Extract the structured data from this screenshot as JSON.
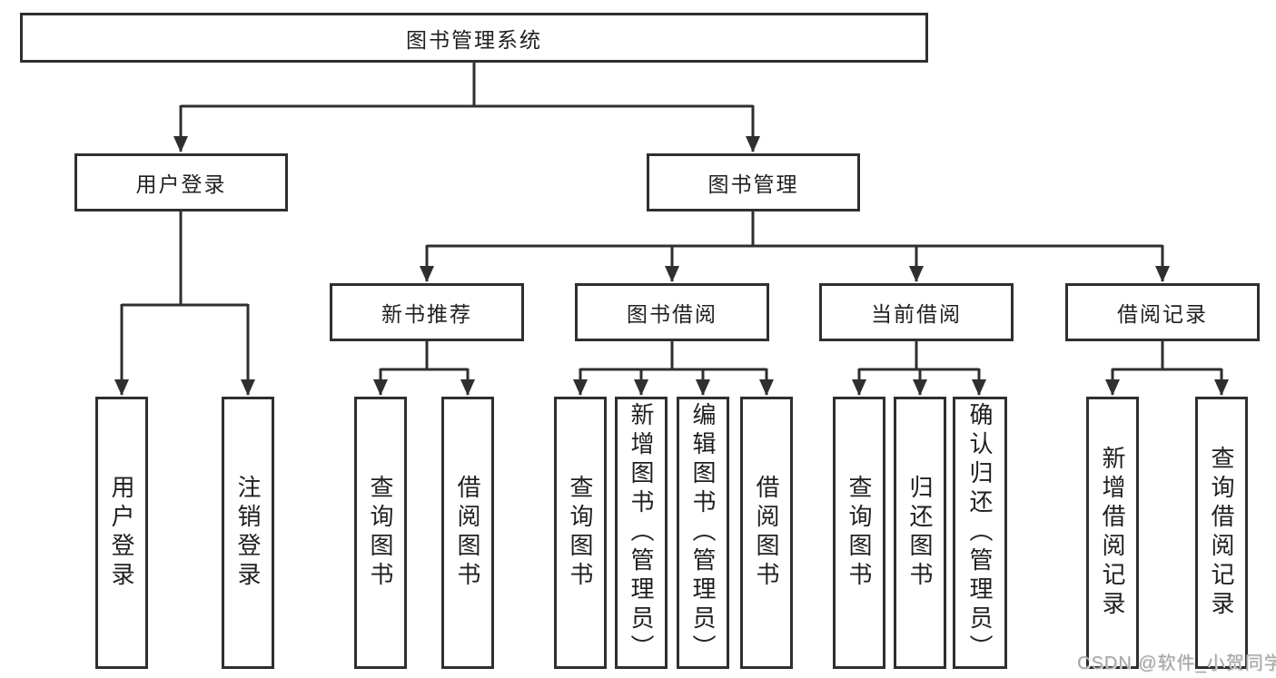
{
  "diagram": {
    "root": {
      "label": "图书管理系统"
    },
    "level2": [
      {
        "label": "用户登录"
      },
      {
        "label": "图书管理"
      }
    ],
    "level3": [
      {
        "label": "新书推荐"
      },
      {
        "label": "图书借阅"
      },
      {
        "label": "当前借阅"
      },
      {
        "label": "借阅记录"
      }
    ],
    "leaves": {
      "user_login": [
        {
          "label": "用户登录"
        },
        {
          "label": "注销登录"
        }
      ],
      "new_books": [
        {
          "label": "查询图书"
        },
        {
          "label": "借阅图书"
        }
      ],
      "book_borrow": [
        {
          "label": "查询图书"
        },
        {
          "label": "新增图书（管理员）"
        },
        {
          "label": "编辑图书（管理员）"
        },
        {
          "label": "借阅图书"
        }
      ],
      "current_borrow": [
        {
          "label": "查询图书"
        },
        {
          "label": "归还图书"
        },
        {
          "label": "确认归还（管理员）"
        }
      ],
      "borrow_records": [
        {
          "label": "新增借阅记录"
        },
        {
          "label": "查询借阅记录"
        }
      ]
    },
    "colors": {
      "line": "#2f2f2f",
      "box_border": "#2f2f2f",
      "text": "#1f1f1f",
      "watermark": "#a6a6a6",
      "background": "#ffffff"
    }
  },
  "watermark": {
    "text": "CSDN @软件_小贺同学"
  }
}
